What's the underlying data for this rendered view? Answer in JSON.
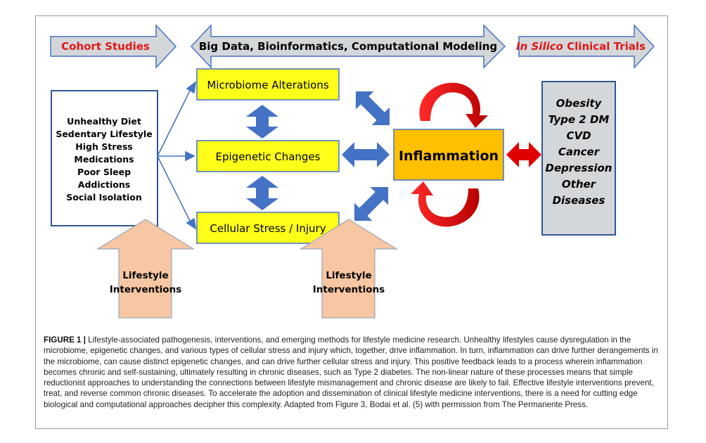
{
  "banners": {
    "cohort": "Cohort Studies",
    "bigdata": "Big Data, Bioinformatics, Computational Modeling",
    "insilico_italic": "In Silico",
    "insilico_rest": " Clinical Trials"
  },
  "risk_factors": [
    "Unhealthy Diet",
    "Sedentary Lifestyle",
    "High Stress",
    "Medications",
    "Poor Sleep",
    "Addictions",
    "Social Isolation"
  ],
  "mechanisms": {
    "microbiome": "Microbiome Alterations",
    "epigenetic": "Epigenetic Changes",
    "cellular": "Cellular Stress / Injury"
  },
  "inflammation": "Inflammation",
  "diseases": [
    "Obesity",
    "Type 2 DM",
    "CVD",
    "Cancer",
    "Depression",
    "Other",
    "Diseases"
  ],
  "interventions": {
    "left": [
      "Lifestyle",
      "Interventions"
    ],
    "right": [
      "Lifestyle",
      "Interventions"
    ]
  },
  "caption": {
    "label": "FIGURE 1 |",
    "text": " Lifestyle-associated pathogenesis, interventions, and emerging methods for lifestyle medicine research. Unhealthy lifestyles cause dysregulation in the microbiome, epigenetic changes, and various types of cellular stress and injury which, together, drive inflammation. In turn, inflammation can drive further derangements in the microbiome, can cause distinct epigenetic changes, and can drive further cellular stress and injury. This positive feedback leads to a process wherein inflammation becomes chronic and self-sustaining, ultimately resulting in chronic diseases, such as Type 2 diabetes. The non-linear nature of these processes means that simple reductionist approaches to understanding the connections between lifestyle mismanagement and chronic disease are likely to fail. Effective lifestyle interventions prevent, treat, and reverse common chronic diseases. To accelerate the adoption and dissemination of clinical lifestyle medicine interventions, there is a need for cutting edge biological and computational approaches decipher this complexity. Adapted from Figure 3, Bodai et al. (5) with permission from The Permanente Press."
  },
  "colors": {
    "banner_fill": "#d4d7da",
    "red_text": "#e01818",
    "mechanism_fill": "#ffff1a",
    "inflammation_fill": "#ffc000",
    "intervention_fill": "#f7c6a2",
    "blue_arrow": "#4472c4",
    "red_arrow": "#e00000",
    "box_border": "#2f5597"
  }
}
